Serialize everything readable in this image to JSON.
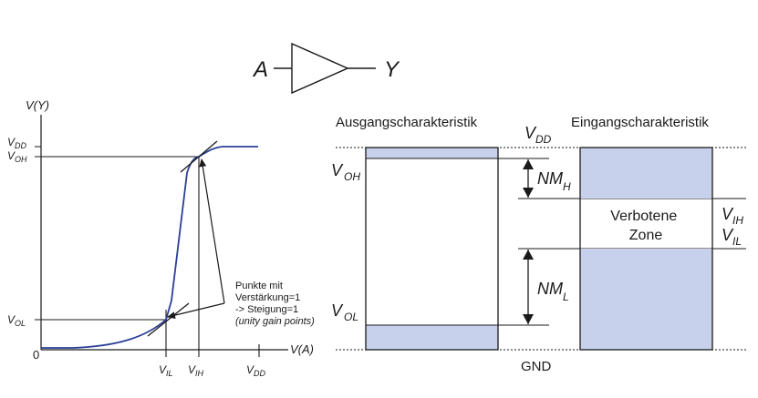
{
  "gate": {
    "input_label": "A",
    "output_label": "Y"
  },
  "transfer_plot": {
    "y_axis_label": "V(Y)",
    "x_axis_label": "V(A)",
    "origin_label": "0",
    "y_ticks": {
      "vdd": {
        "main": "V",
        "sub": "DD"
      },
      "voh": {
        "main": "V",
        "sub": "OH"
      },
      "vol": {
        "main": "V",
        "sub": "OL"
      }
    },
    "x_ticks": {
      "vil": {
        "main": "V",
        "sub": "IL"
      },
      "vih": {
        "main": "V",
        "sub": "IH"
      },
      "vdd": {
        "main": "V",
        "sub": "DD"
      }
    },
    "annotation_lines": [
      "Punkte mit",
      "Verstärkung=1",
      "-> Steigung=1",
      "(unity gain points)"
    ],
    "colors": {
      "curve": "#2b3f96",
      "axes": "#1a1a1a"
    }
  },
  "levels": {
    "output_title": "Ausgangscharakteristik",
    "input_title": "Eingangscharakteristik",
    "vdd": {
      "main": "V",
      "sub": "DD"
    },
    "voh": {
      "main": "V",
      "sub": "OH"
    },
    "vol": {
      "main": "V",
      "sub": "OL"
    },
    "vih": {
      "main": "V",
      "sub": "IH"
    },
    "vil": {
      "main": "V",
      "sub": "IL"
    },
    "nmh": {
      "main": "NM",
      "sub": "H"
    },
    "nml": {
      "main": "NM",
      "sub": "L"
    },
    "forbidden_zone": [
      "Verbotene",
      "Zone"
    ],
    "gnd": "GND",
    "colors": {
      "fill": "#c7d1eb",
      "stroke": "#1a1a1a"
    }
  }
}
